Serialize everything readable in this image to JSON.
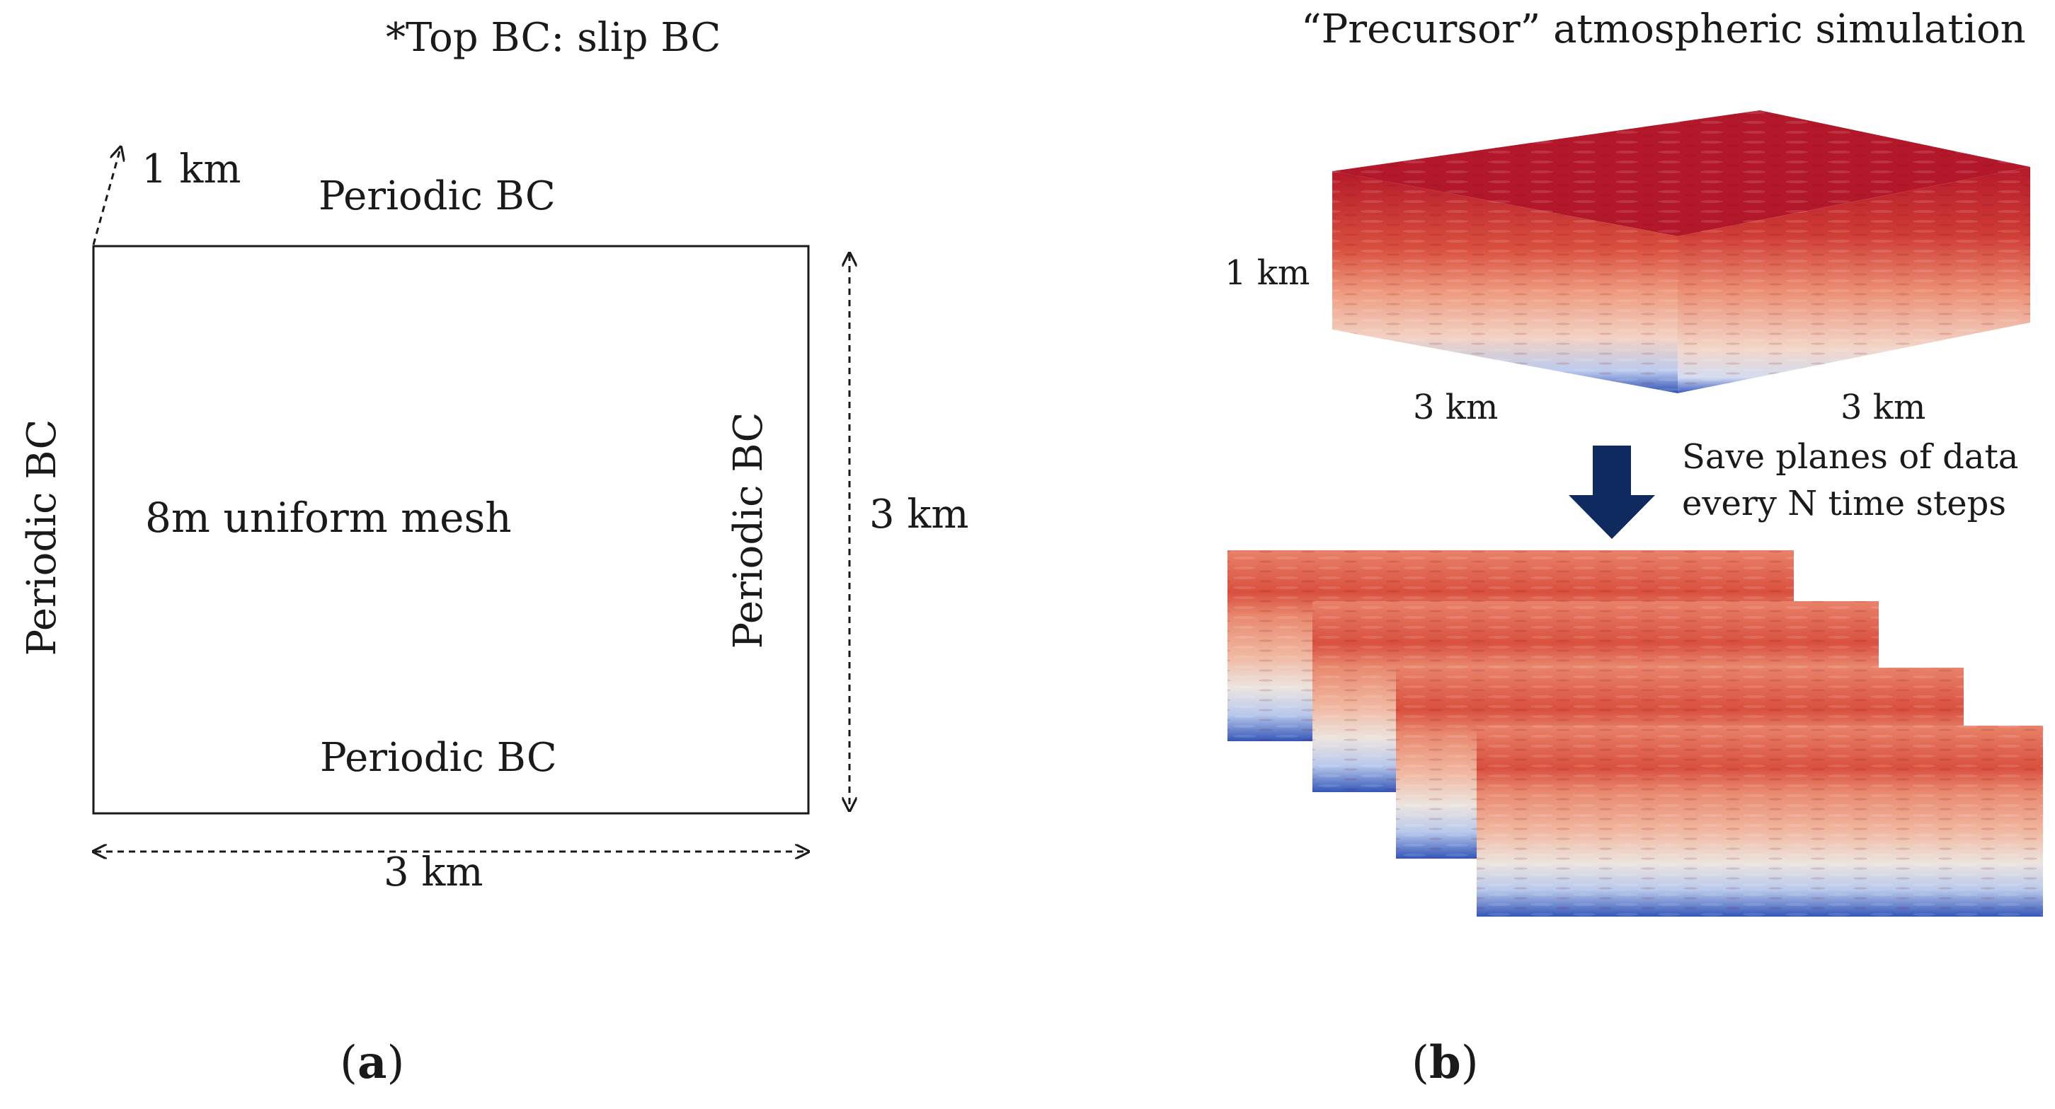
{
  "panel_a": {
    "top_note": "*Top BC: slip BC",
    "height_label": "1 km",
    "top_label": "Periodic BC",
    "bottom_label": "Periodic BC",
    "left_label": "Periodic BC",
    "right_label": "Periodic BC",
    "mesh_label": "8m uniform mesh",
    "width_label": "3 km",
    "depth_label": "3 km",
    "caption_letter": "a"
  },
  "panel_b": {
    "title": "“Precursor” atmospheric simulation",
    "height_label": "1 km",
    "front_width_label": "3 km",
    "side_width_label": "3 km",
    "save_line1": "Save planes of data",
    "save_line2": "every N time steps",
    "caption_letter": "b"
  },
  "colors": {
    "hot": "#b2182b",
    "warm": "#e07a5f",
    "neutral": "#eeeae6",
    "cool": "#6a8fd8",
    "cold": "#2343a8",
    "arrow": "#0f2a5f"
  }
}
